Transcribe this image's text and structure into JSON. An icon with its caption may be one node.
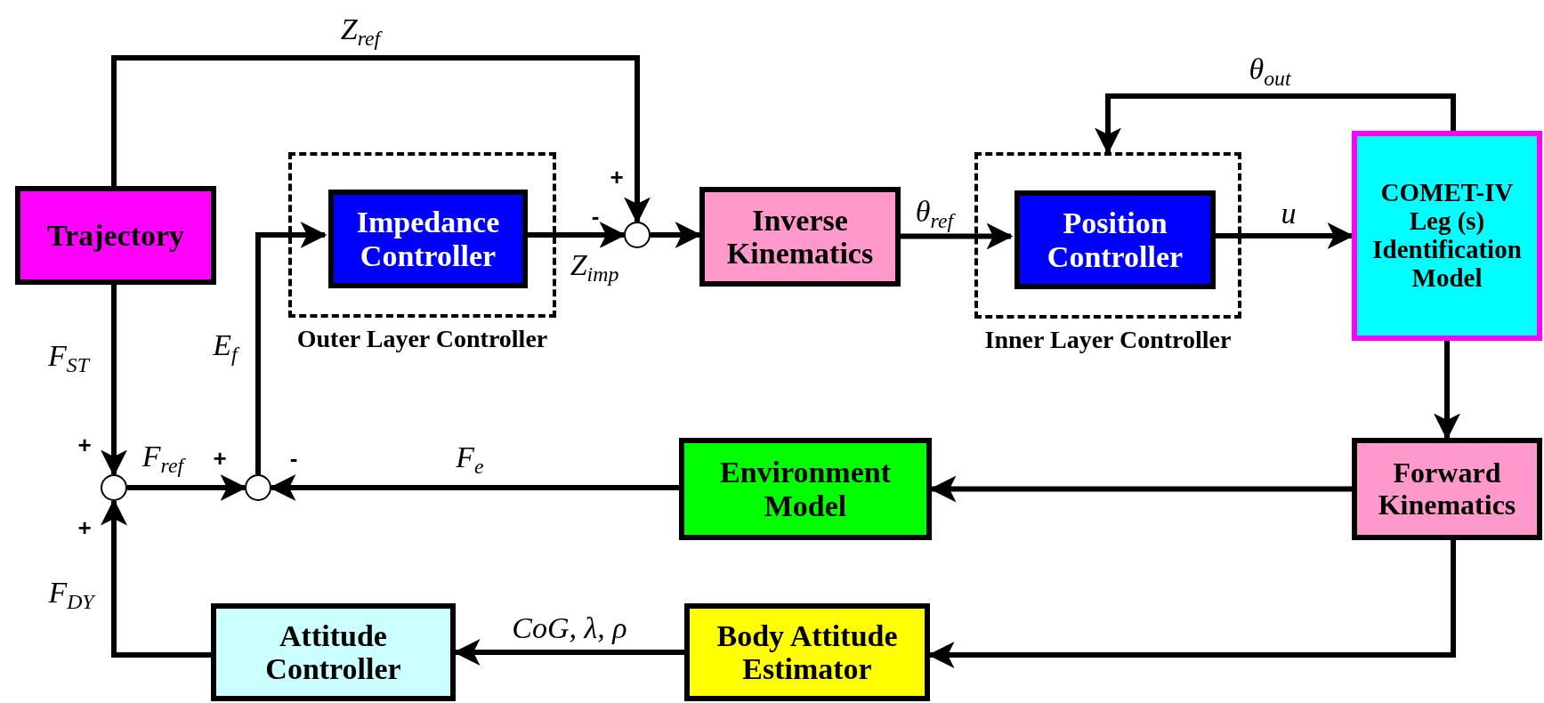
{
  "diagram": {
    "nodes": [
      {
        "text": [
          "Trajectory"
        ]
      },
      {
        "text": [
          "Outer Layer Controller"
        ]
      },
      {
        "text": [
          "Impedance Controller"
        ],
        "in": 1
      },
      {
        "text": [],
        "shape": "circle"
      },
      {
        "text": [
          "Inverse Kinematics"
        ]
      },
      {
        "text": [
          "Inner Layer Controller"
        ]
      },
      {
        "text": [
          "Position Controller"
        ],
        "in": 5
      },
      {
        "text": [
          "COMET-IV Leg (s) Identification Model"
        ]
      },
      {
        "text": [
          "Forward Kinematics"
        ]
      },
      {
        "text": [
          "Environment Model"
        ]
      },
      {
        "text": [],
        "shape": "circle"
      },
      {
        "text": [],
        "shape": "circle"
      },
      {
        "text": [
          "Body Attitude Estimator"
        ]
      },
      {
        "text": [
          "Attitude Controller"
        ]
      }
    ],
    "edges": [
      {
        "from": 0,
        "to": 3,
        "arrow": "to",
        "label": "Z$_{ref}$"
      },
      {
        "from": 2,
        "to": 3,
        "arrow": "to",
        "label": "Z$_{imp}$"
      },
      {
        "from": 3,
        "to": 4,
        "arrow": "to"
      },
      {
        "from": 4,
        "to": 6,
        "arrow": "to",
        "label": "θ$_{ref}$"
      },
      {
        "from": 6,
        "to": 7,
        "arrow": "to",
        "label": "u"
      },
      {
        "from": 7,
        "to": 5,
        "arrow": "to",
        "label": "θ$_{out}$"
      },
      {
        "from": 7,
        "to": 8,
        "arrow": "to"
      },
      {
        "from": 8,
        "to": 9,
        "arrow": "to"
      },
      {
        "from": 9,
        "to": 11,
        "arrow": "to",
        "label": "F$_{e}$"
      },
      {
        "from": 8,
        "to": 12,
        "arrow": "to"
      },
      {
        "from": 12,
        "to": 13,
        "arrow": "to",
        "label": "CoG, λ, ρ"
      },
      {
        "from": 13,
        "to": 10,
        "arrow": "to",
        "label": "F$_{DY}$"
      },
      {
        "from": 0,
        "to": 10,
        "arrow": "to",
        "label": "F$_{ST}$"
      },
      {
        "from": 10,
        "to": 11,
        "arrow": "to",
        "label": "F$_{ref}$"
      },
      {
        "from": 11,
        "to": 2,
        "arrow": "to",
        "label": "E$_{f}$"
      }
    ],
    "labels": [
      "+",
      "-",
      "+",
      "+",
      "-",
      "+"
    ]
  }
}
